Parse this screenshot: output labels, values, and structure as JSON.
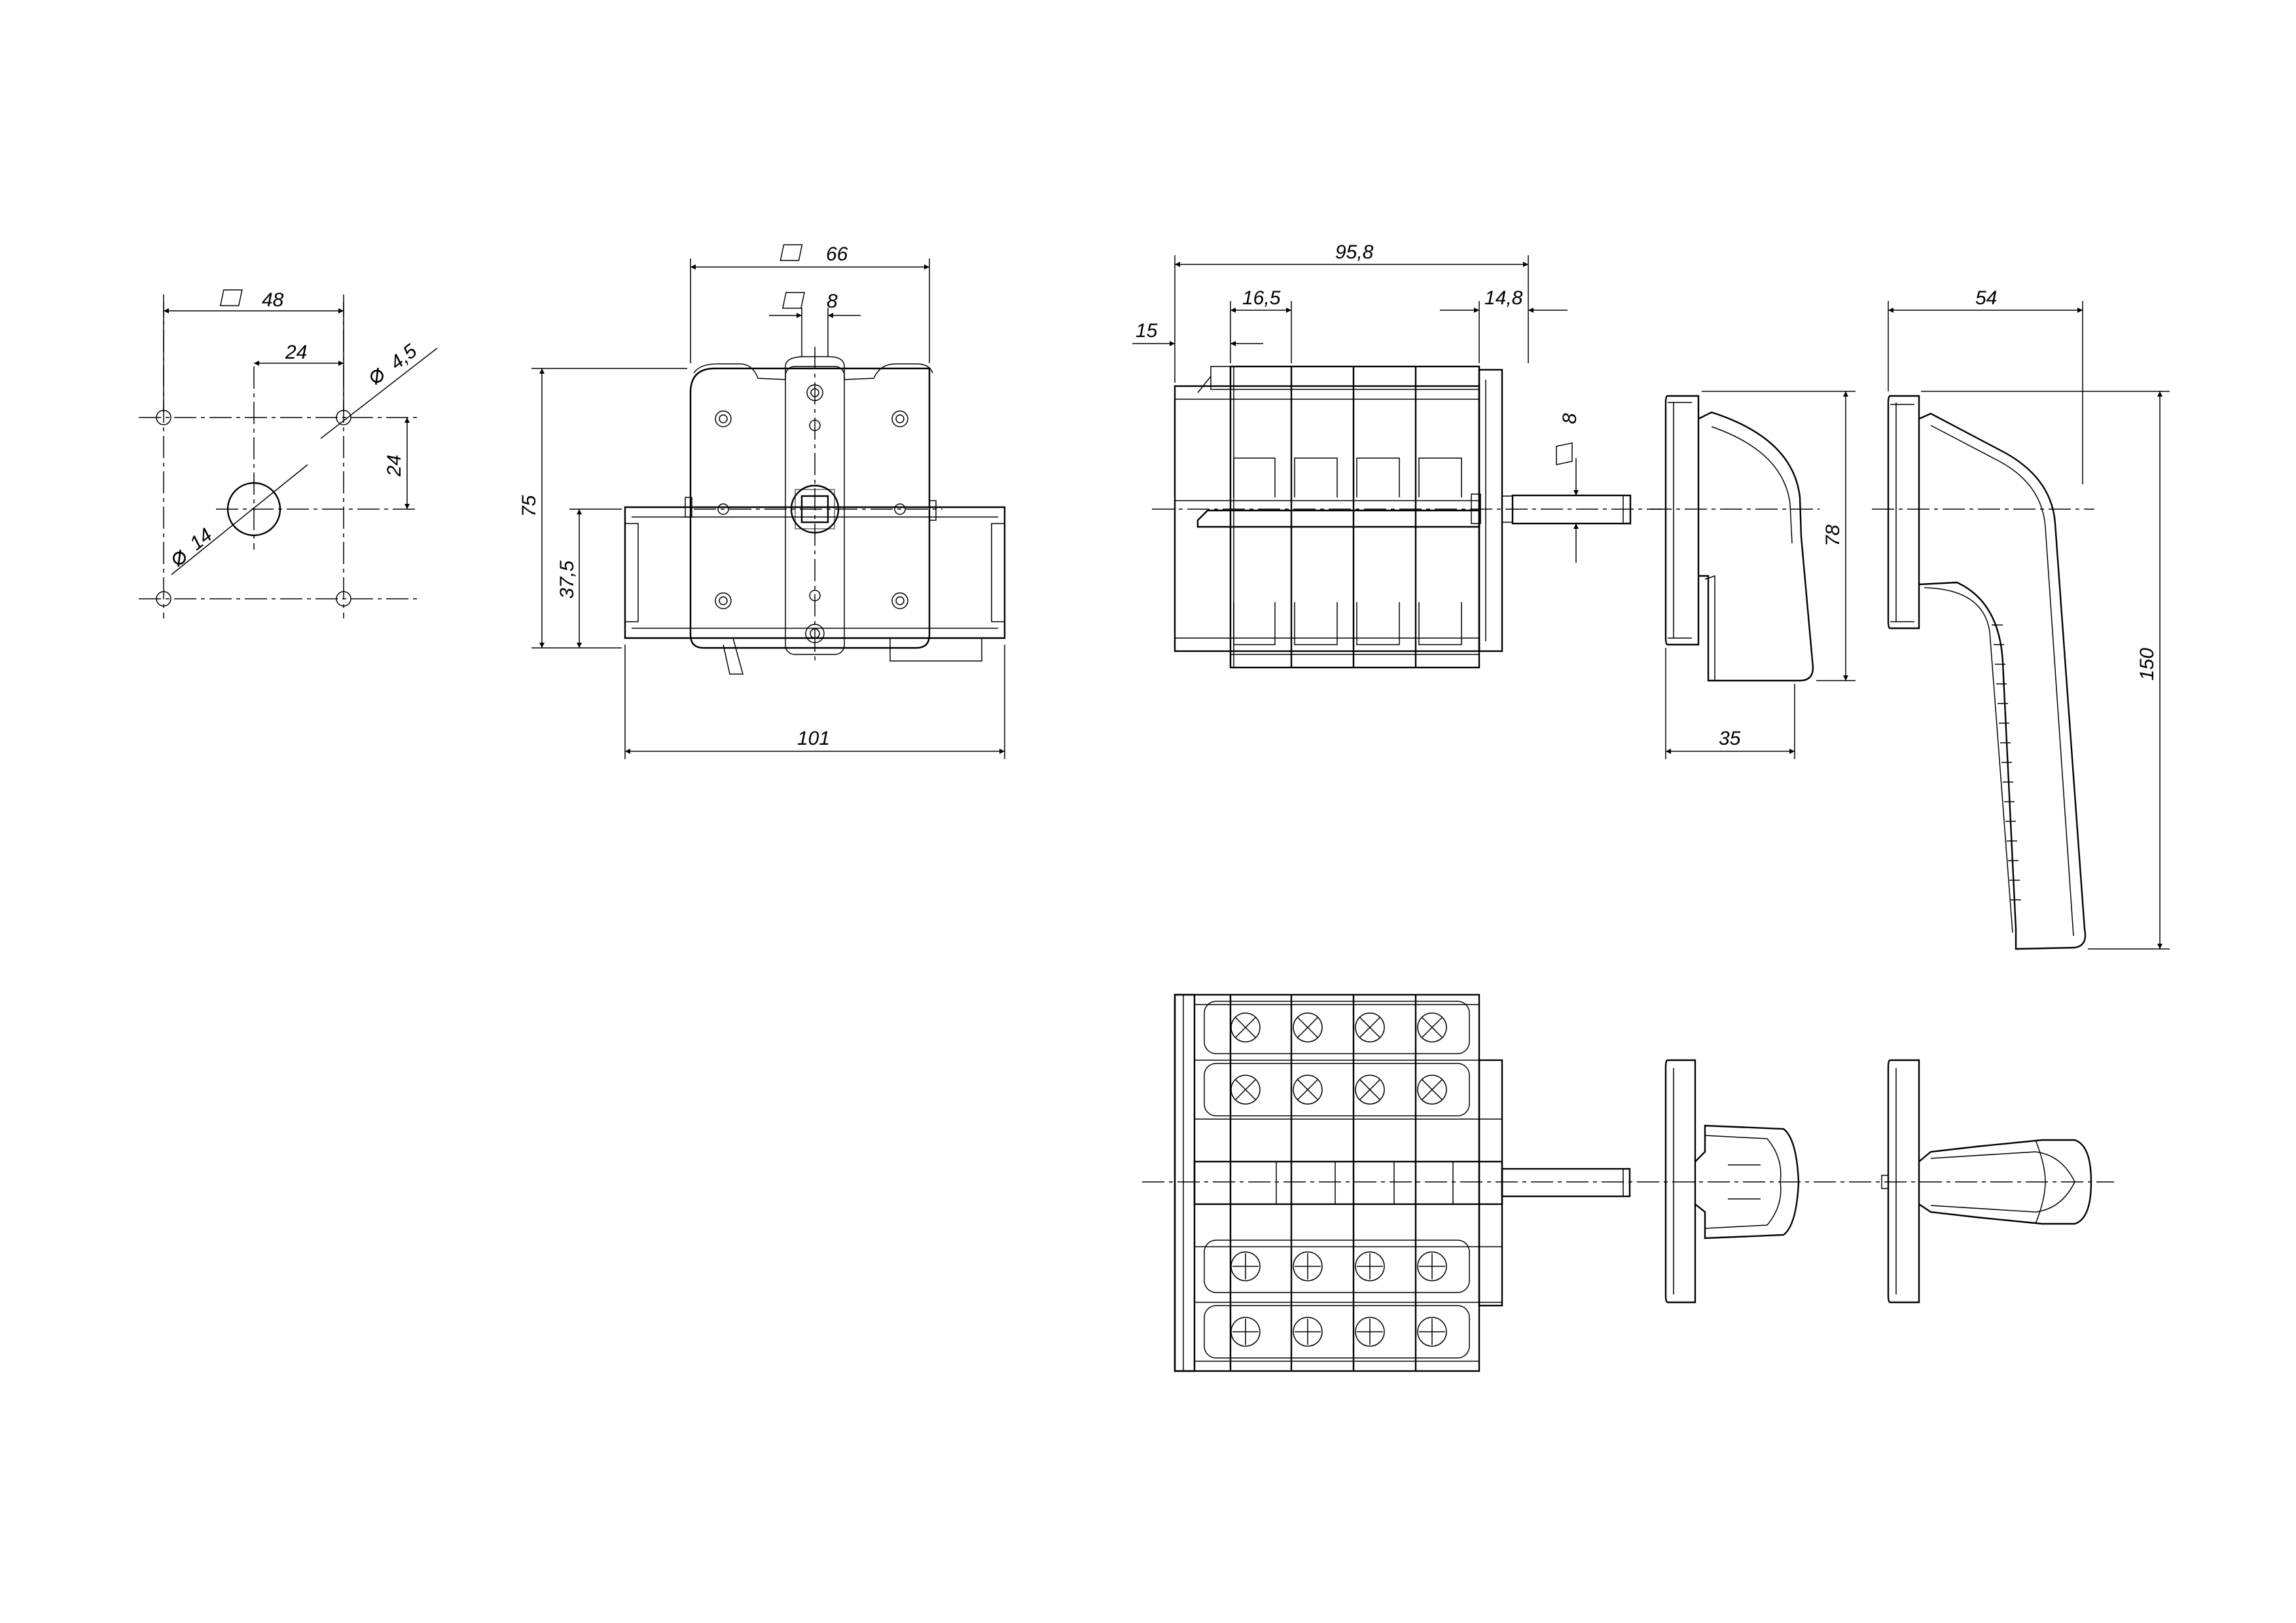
{
  "dimensions": {
    "flush_square": "48",
    "flush_half_x": "24",
    "flush_half_y": "24",
    "flush_hole_dia": "4,5",
    "flush_center_dia": "14",
    "front_square": "66",
    "front_shaft_square": "8",
    "front_height": "75",
    "front_half_height": "37,5",
    "front_width": "101",
    "side_length": "95,8",
    "side_first_offset": "15",
    "side_pitch": "16,5",
    "side_tail": "14,8",
    "side_shaft_square": "8",
    "small_handle_height": "78",
    "small_handle_depth": "35",
    "large_handle_width": "54",
    "large_handle_length": "150"
  },
  "symbols": {
    "square": "□",
    "diameter": "⌀"
  }
}
